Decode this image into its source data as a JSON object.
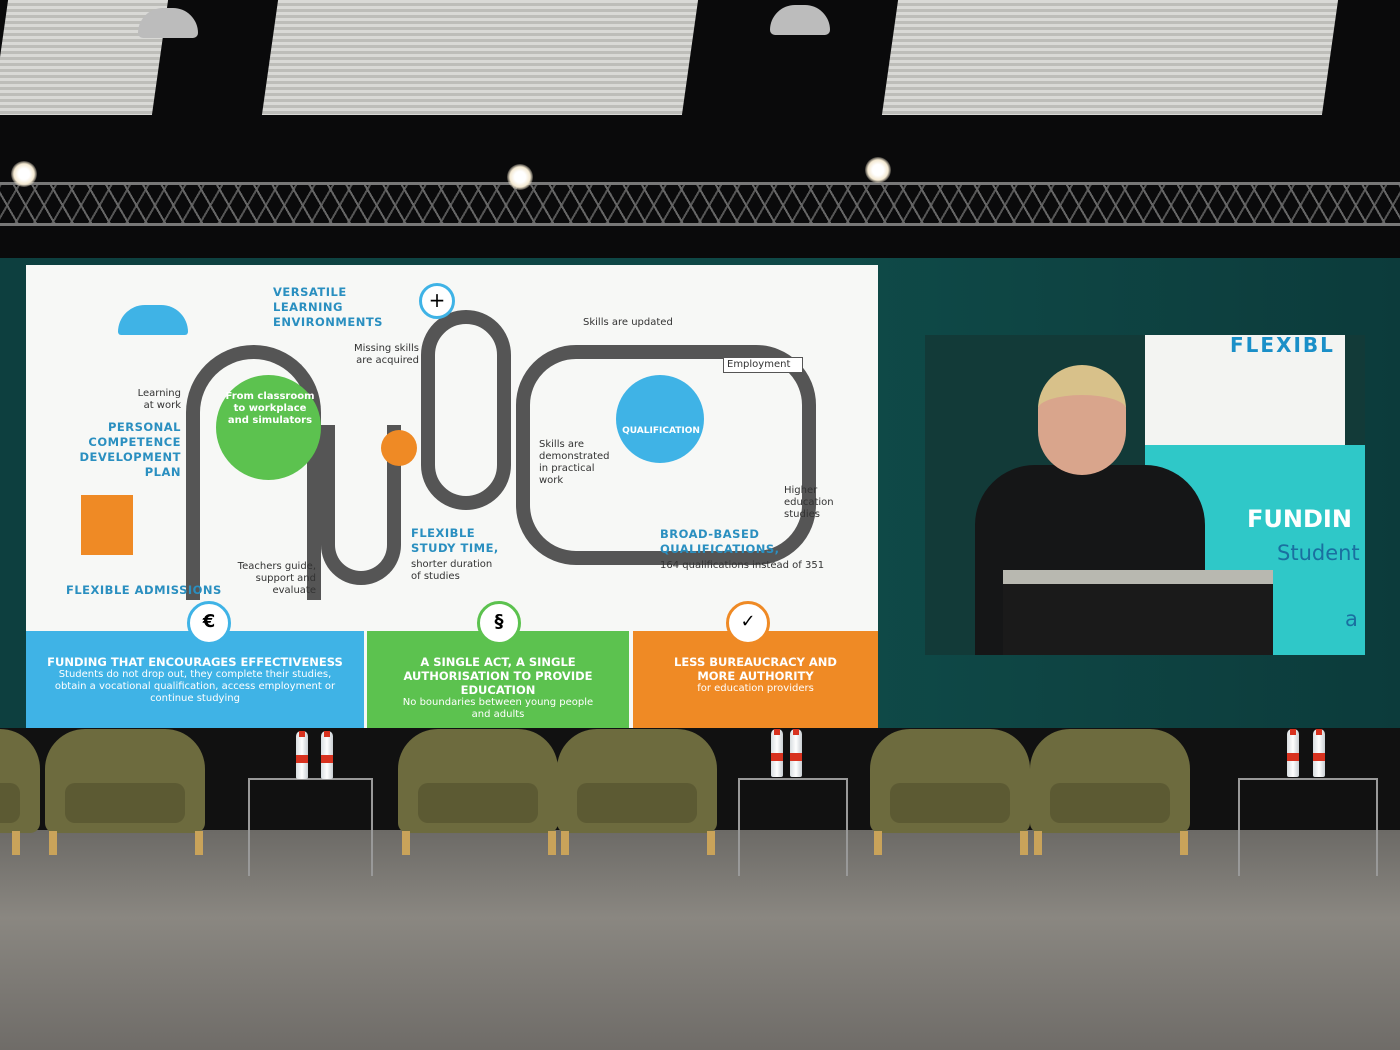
{
  "slide": {
    "labels": {
      "versatile": "VERSATILE LEARNING ENVIRONMENTS",
      "learning_at_work": "Learning at work",
      "pcdp": "PERSONAL COMPETENCE DEVELOPMENT PLAN",
      "classroom": "From classroom to workplace and simulators",
      "flexible_admissions": "FLEXIBLE ADMISSIONS",
      "teachers": "Teachers guide, support and evaluate",
      "missing_skills": "Missing skills are acquired",
      "skills_updated": "Skills are updated",
      "employment": "Employment",
      "flexible_study": "FLEXIBLE STUDY TIME,",
      "shorter": "shorter duration of studies",
      "skills_demonstrated": "Skills are demonstrated in practical work",
      "qualification": "QUALIFICATION",
      "broad_based": "BROAD-BASED QUALIFICATIONS,",
      "qual_count": "164 qualifications instead of 351",
      "higher_ed": "Higher education studies"
    },
    "boxes": [
      {
        "icon": "€",
        "title": "FUNDING THAT ENCOURAGES EFFECTIVENESS",
        "text": "Students do not drop out, they complete their studies, obtain a vocational qualification, access employment or continue studying",
        "color": "#3fb3e6"
      },
      {
        "icon": "§",
        "title": "A SINGLE ACT, A SINGLE AUTHORISATION TO PROVIDE EDUCATION",
        "text": "No boundaries between young people and adults",
        "color": "#5cc24f"
      },
      {
        "icon": "✓",
        "title": "LESS BUREAUCRACY AND MORE AUTHORITY",
        "text": "for education providers",
        "color": "#ef8a25"
      }
    ]
  },
  "video": {
    "slide_top": "FLEXIBL",
    "slide_heading": "FUNDIN",
    "slide_sub": "Student",
    "slide_frag": "a"
  }
}
